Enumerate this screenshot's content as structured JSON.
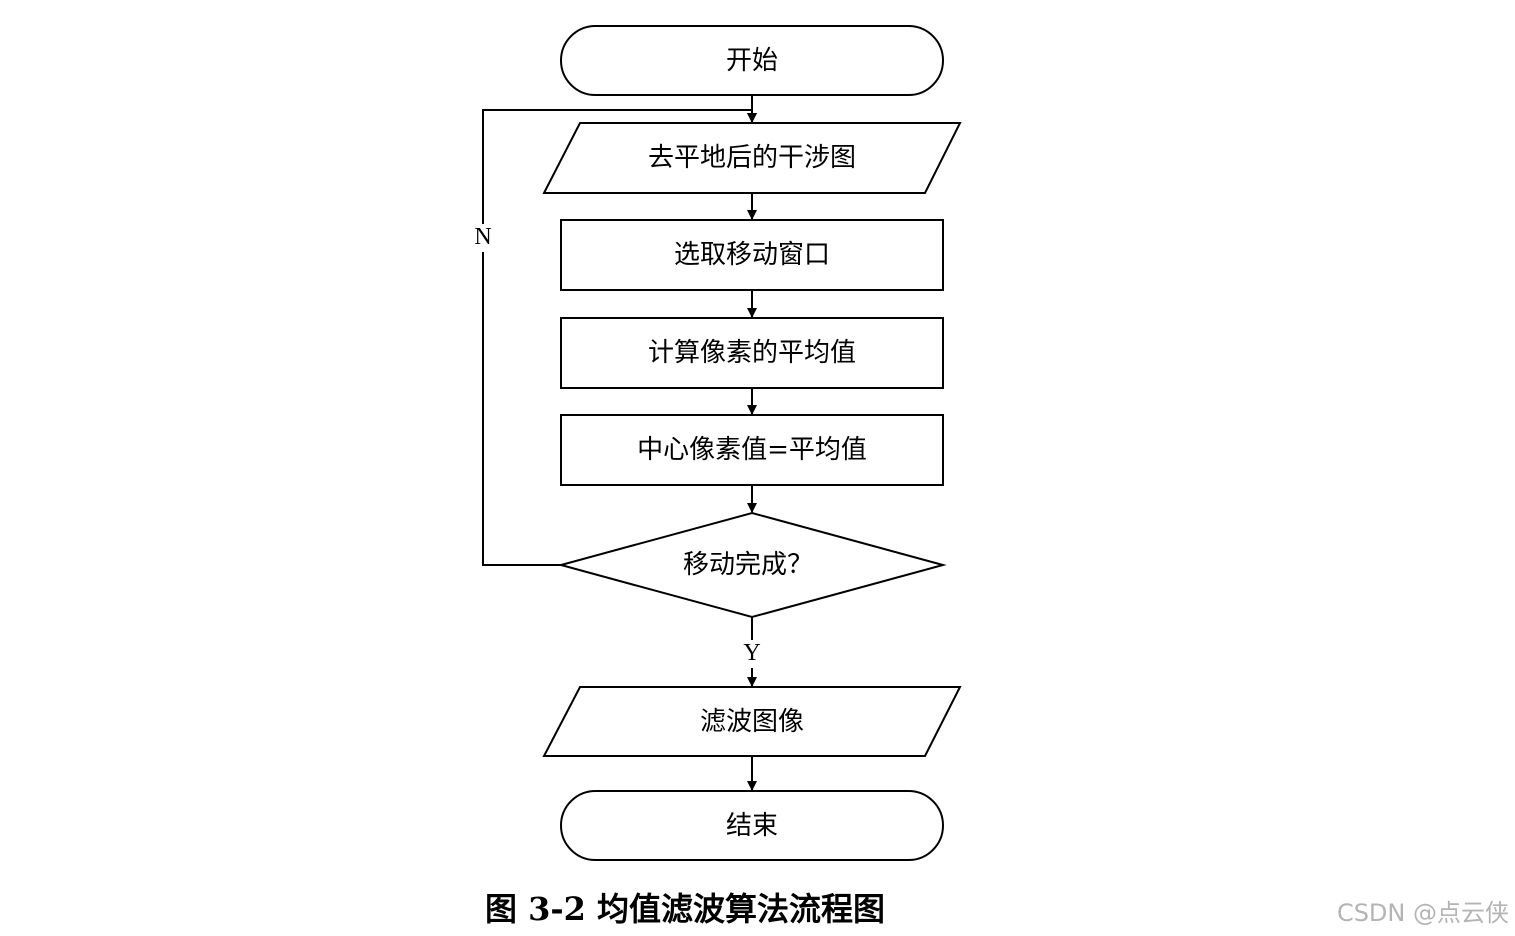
{
  "flowchart": {
    "start": "开始",
    "input": "去平地后的干涉图",
    "step1": "选取移动窗口",
    "step2": "计算像素的平均值",
    "step3": "中心像素值=平均值",
    "decision": "移动完成？",
    "no_label": "N",
    "yes_label": "Y",
    "output": "滤波图像",
    "end": "结束"
  },
  "caption": "图 3-2  均值滤波算法流程图",
  "watermark": "CSDN @点云侠"
}
